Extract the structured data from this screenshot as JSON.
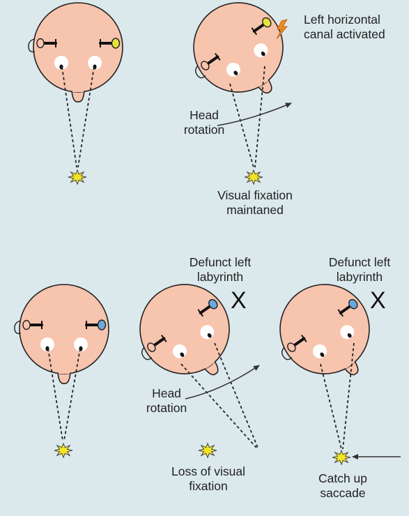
{
  "colors": {
    "background": "#dce9ec",
    "head_fill": "#f7c4ad",
    "head_stroke": "#222222",
    "eye_white": "#ffffff",
    "pupil": "#111111",
    "star_fill": "#f3e524",
    "canal_active": "#e8e23a",
    "canal_inactive": "#6aa9dc",
    "canal_defunct": "#6aa9dc",
    "flash": "#f28a1e"
  },
  "panels": {
    "top_right": {
      "canal_label": [
        "Left horizontal",
        "canal activated"
      ],
      "rotation_label": [
        "Head",
        "rotation"
      ],
      "fixation_label": [
        "Visual fixation",
        "maintaned"
      ]
    },
    "bottom_middle": {
      "defunct_label": [
        "Defunct left",
        "labyrinth"
      ],
      "defunct_mark": "X",
      "rotation_label": [
        "Head",
        "rotation"
      ],
      "fixation_label": [
        "Loss of visual",
        "fixation"
      ]
    },
    "bottom_right": {
      "defunct_label": [
        "Defunct left",
        "labyrinth"
      ],
      "defunct_mark": "X",
      "saccade_label": [
        "Catch up",
        "saccade"
      ]
    }
  },
  "icons": {
    "target": "star-icon",
    "activation": "lightning-flash-icon",
    "rotation": "curved-arrow-icon",
    "saccade": "left-arrow-icon"
  }
}
